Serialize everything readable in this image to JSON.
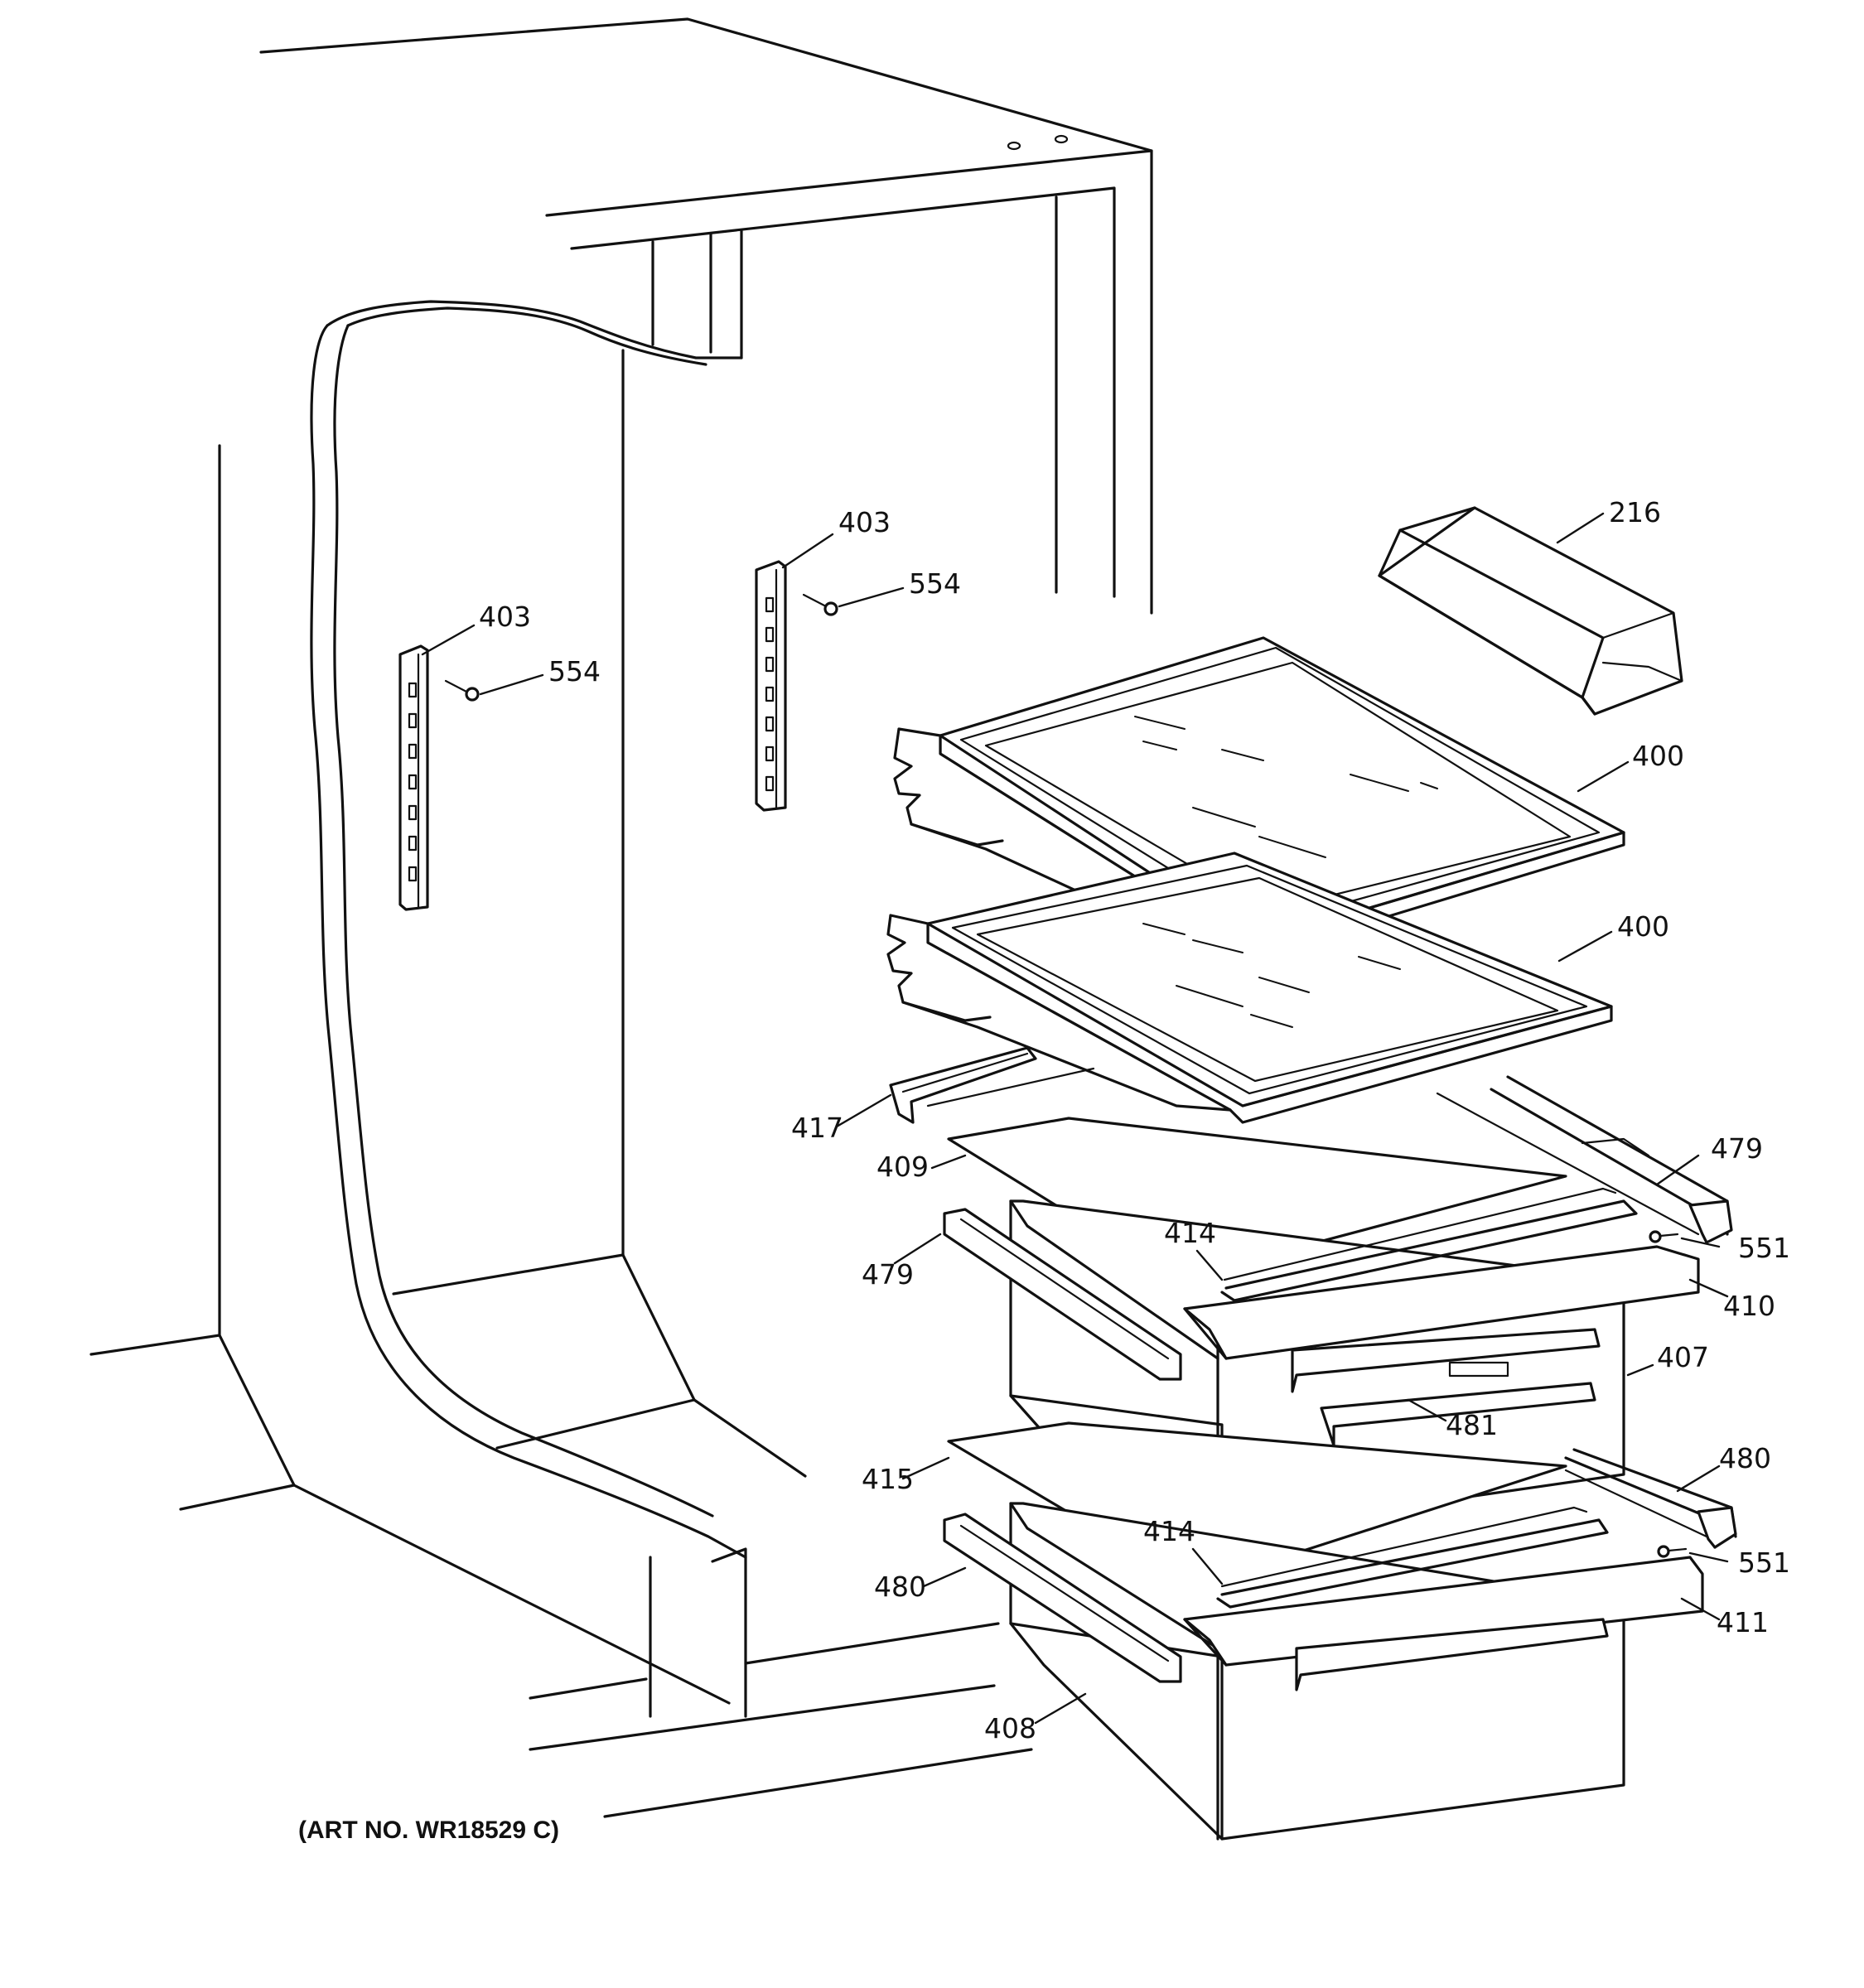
{
  "art_number": "(ART NO. WR18529 C)",
  "callouts": {
    "c403a": "403",
    "c554a": "554",
    "c403b": "403",
    "c554b": "554",
    "c216": "216",
    "c400a": "400",
    "c400b": "400",
    "c417": "417",
    "c409": "409",
    "c479a": "479",
    "c414a": "414",
    "c479b": "479",
    "c551a": "551",
    "c410": "410",
    "c407": "407",
    "c481": "481",
    "c415": "415",
    "c480a": "480",
    "c414b": "414",
    "c480b": "480",
    "c551b": "551",
    "c411": "411",
    "c408": "408"
  }
}
